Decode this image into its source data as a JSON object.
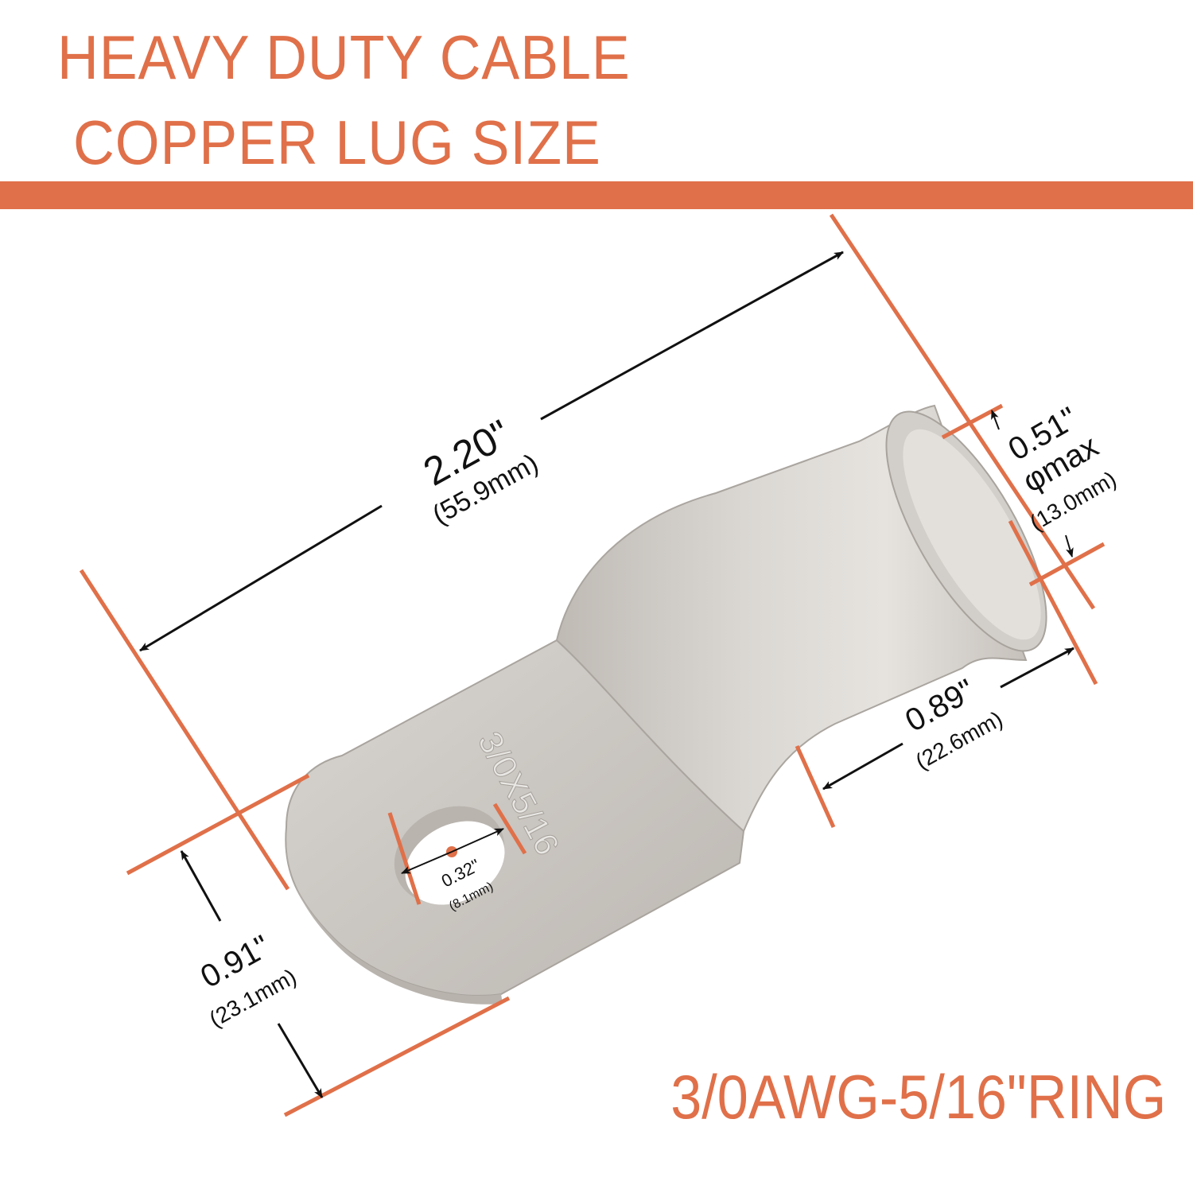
{
  "header": {
    "title_line_1": "HEAVY DUTY CABLE",
    "title_line_2": "COPPER LUG SIZE"
  },
  "colors": {
    "accent": "#e07049",
    "dimension_line": "#111111",
    "lug_metal": "#cfcbc6"
  },
  "lug": {
    "stamp": "3/0X5/16"
  },
  "dimensions": {
    "overall_length": {
      "inch": "2.20\"",
      "mm": "(55.9mm)"
    },
    "barrel_diameter": {
      "inch": "0.51\"",
      "note": "φmax",
      "mm": "(13.0mm)"
    },
    "barrel_length": {
      "inch": "0.89\"",
      "mm": "(22.6mm)"
    },
    "stud_hole": {
      "inch": "0.32\"",
      "mm": "(8.1mm)"
    },
    "tongue_width": {
      "inch": "0.91\"",
      "mm": "(23.1mm)"
    }
  },
  "footer": {
    "spec_label": "3/0AWG-5/16\"RING"
  }
}
